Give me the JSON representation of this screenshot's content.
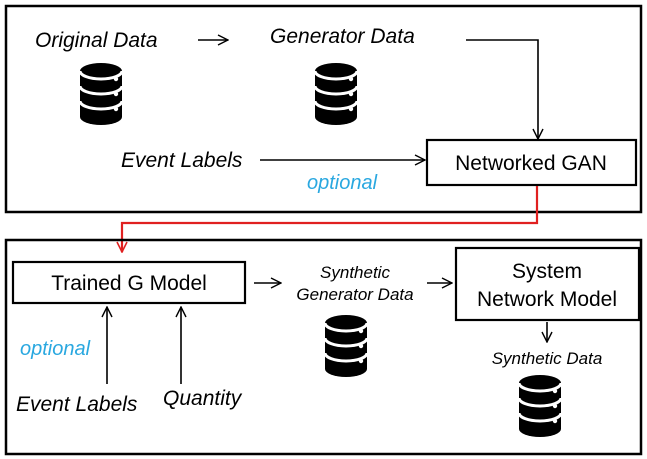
{
  "top_panel": {
    "original_data_label": "Original Data",
    "generator_data_label": "Generator Data",
    "event_labels_label": "Event Labels",
    "optional_label": "optional",
    "networked_gan_label": "Networked GAN"
  },
  "bottom_panel": {
    "trained_g_model_label": "Trained G Model",
    "synthetic_generator_line1": "Synthetic",
    "synthetic_generator_line2": "Generator Data",
    "system_network_line1": "System",
    "system_network_line2": "Network Model",
    "synthetic_data_label": "Synthetic Data",
    "optional_label": "optional",
    "event_labels_label": "Event Labels",
    "quantity_label": "Quantity"
  },
  "colors": {
    "connector_red": "#e02020",
    "optional_blue": "#2aa8e0",
    "database_fill": "#000000"
  },
  "icons": [
    "database-icon"
  ]
}
